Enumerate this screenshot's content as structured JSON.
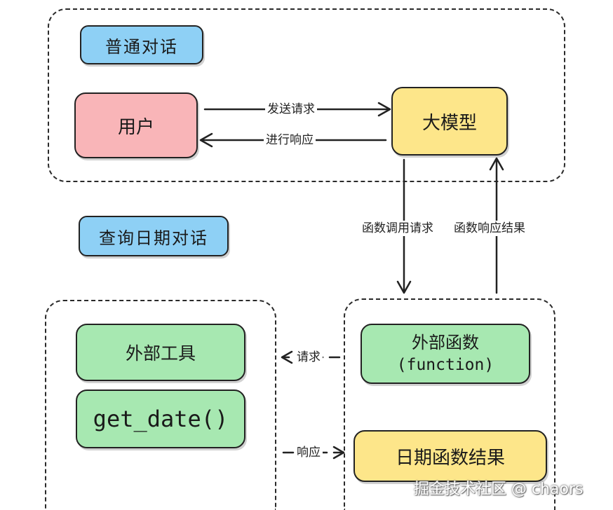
{
  "sections": {
    "normal": "普通对话",
    "date": "查询日期对话"
  },
  "nodes": {
    "user": "用户",
    "llm": "大模型",
    "tool": "外部工具",
    "get_date": "get_date()",
    "func_line1": "外部函数",
    "func_line2": "(function)",
    "result": "日期函数结果"
  },
  "edges": {
    "send_request": "发送请求",
    "respond": "进行响应",
    "func_call_request": "函数调用请求",
    "func_response_result": "函数响应结果",
    "request": "请求",
    "response": "响应"
  },
  "watermark": "掘金技术社区 @ chaors",
  "colors": {
    "blue": "#8ed0f5",
    "pink": "#f9b5b8",
    "yellow": "#fde68a",
    "green": "#a7e8b1"
  }
}
